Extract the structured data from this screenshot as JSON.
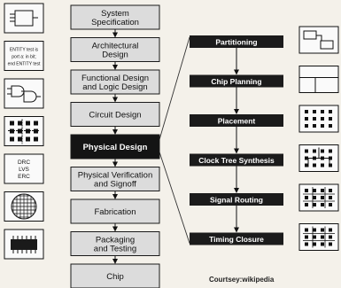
{
  "flow": {
    "steps": [
      {
        "id": "system-specification",
        "lines": [
          "System",
          "Specification"
        ],
        "highlight": false
      },
      {
        "id": "architectural-design",
        "lines": [
          "Architectural",
          "Design"
        ],
        "highlight": false
      },
      {
        "id": "functional-design",
        "lines": [
          "Functional Design",
          "and Logic Design"
        ],
        "highlight": false
      },
      {
        "id": "circuit-design",
        "lines": [
          "Circuit Design"
        ],
        "highlight": false
      },
      {
        "id": "physical-design",
        "lines": [
          "Physical Design"
        ],
        "highlight": true
      },
      {
        "id": "physical-verification",
        "lines": [
          "Physical Verification",
          "and Signoff"
        ],
        "highlight": false
      },
      {
        "id": "fabrication",
        "lines": [
          "Fabrication"
        ],
        "highlight": false
      },
      {
        "id": "packaging-testing",
        "lines": [
          "Packaging",
          "and Testing"
        ],
        "highlight": false
      },
      {
        "id": "chip",
        "lines": [
          "Chip"
        ],
        "highlight": false
      }
    ]
  },
  "physical_design": {
    "steps": [
      {
        "id": "partitioning",
        "label": "Partitioning"
      },
      {
        "id": "chip-planning",
        "label": "Chip Planning"
      },
      {
        "id": "placement",
        "label": "Placement"
      },
      {
        "id": "clock-tree-synthesis",
        "label": "Clock Tree Synthesis"
      },
      {
        "id": "signal-routing",
        "label": "Signal Routing"
      },
      {
        "id": "timing-closure",
        "label": "Timing Closure"
      }
    ]
  },
  "left_thumbnails": [
    {
      "id": "system-block",
      "lines": []
    },
    {
      "id": "entity-code",
      "lines": [
        "ENTITY test is",
        "port a: in bit;",
        "end ENTITY test"
      ]
    },
    {
      "id": "logic-gates",
      "lines": []
    },
    {
      "id": "circuit-layout",
      "lines": []
    },
    {
      "id": "verification",
      "lines": [
        "DRC",
        "LVS",
        "ERC"
      ]
    },
    {
      "id": "wafer",
      "lines": []
    },
    {
      "id": "ic-package",
      "lines": []
    }
  ],
  "right_thumbnails": [
    {
      "id": "partition-view"
    },
    {
      "id": "floorplan-view"
    },
    {
      "id": "placement-view"
    },
    {
      "id": "clock-tree-view"
    },
    {
      "id": "routing-view"
    },
    {
      "id": "timing-view"
    }
  ],
  "credit": "Courtsey:wikipedia"
}
